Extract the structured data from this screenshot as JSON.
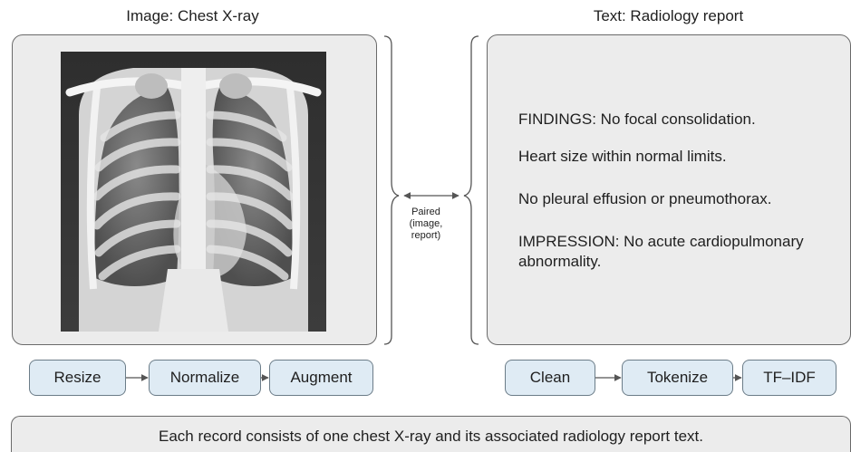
{
  "titles": {
    "image": "Image: Chest X-ray",
    "text": "Text: Radiology report"
  },
  "report": {
    "line1": "FINDINGS: No focal consolidation.",
    "line2": "Heart size within normal limits.",
    "line3": "No pleural effusion or pneumothorax.",
    "line4": "IMPRESSION: No acute cardiopulmonary abnormality."
  },
  "pairing": {
    "line1": "Paired",
    "line2": "(image,",
    "line3": "report)"
  },
  "image_pipeline": [
    "Resize",
    "Normalize",
    "Augment"
  ],
  "text_pipeline": [
    "Clean",
    "Tokenize",
    "TF–IDF"
  ],
  "caption": "Each record consists of one chest X-ray and its associated radiology report text."
}
